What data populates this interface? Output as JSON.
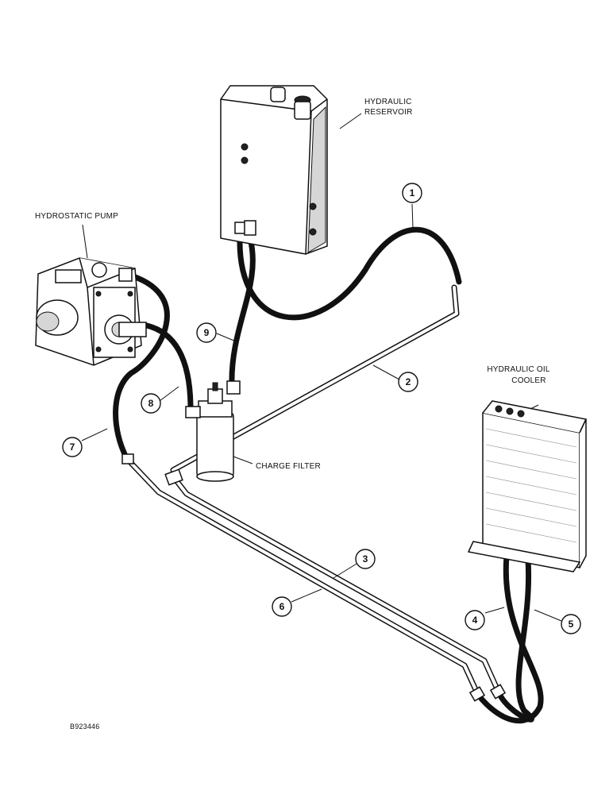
{
  "labels": {
    "reservoir_line1": "HYDRAULIC",
    "reservoir_line2": "RESERVOIR",
    "pump": "HYDROSTATIC PUMP",
    "cooler_line1": "HYDRAULIC OIL",
    "cooler_line2": "COOLER",
    "filter": "CHARGE FILTER",
    "figure_id": "B923446"
  },
  "callouts": [
    "1",
    "2",
    "3",
    "4",
    "5",
    "6",
    "7",
    "8",
    "9"
  ]
}
